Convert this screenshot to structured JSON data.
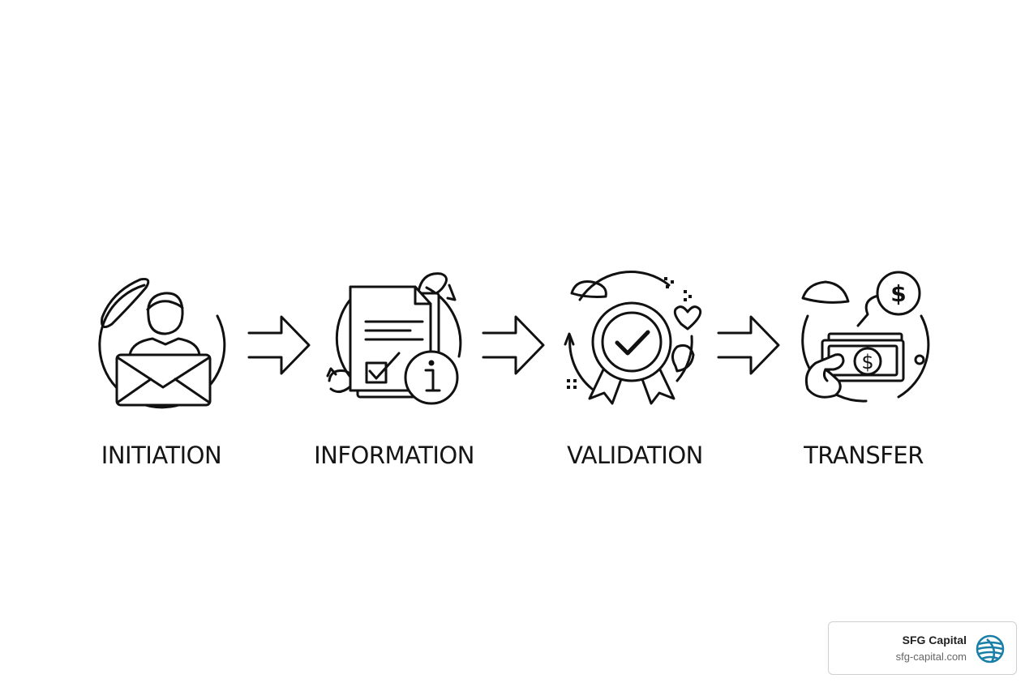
{
  "steps": [
    {
      "label": "INITIATION",
      "icon": "person-envelope-icon"
    },
    {
      "label": "INFORMATION",
      "icon": "document-info-icon"
    },
    {
      "label": "VALIDATION",
      "icon": "award-check-icon"
    },
    {
      "label": "TRANSFER",
      "icon": "money-transfer-icon"
    }
  ],
  "brand": {
    "name": "SFG Capital",
    "url": "sfg-capital.com",
    "logo_icon": "globe-logo-icon",
    "logo_color": "#1a7fa6"
  },
  "colors": {
    "background": "#ffffff",
    "stroke": "#111111",
    "text": "#151515"
  }
}
